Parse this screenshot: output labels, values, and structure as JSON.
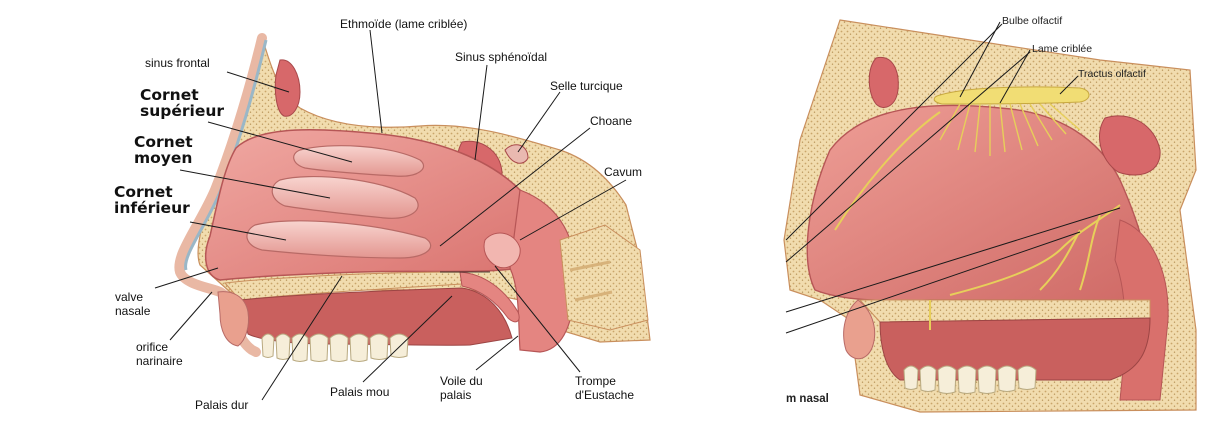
{
  "left_panel": {
    "labels": {
      "ethmoide": "Ethmoïde (lame criblée)",
      "sinus_frontal": "sinus frontal",
      "sinus_sphenoidal": "Sinus sphénoïdal",
      "selle_turcique": "Selle turcique",
      "choane": "Choane",
      "cavum": "Cavum",
      "cornet_superieur": "Cornet\nsupérieur",
      "cornet_moyen": "Cornet\nmoyen",
      "cornet_inferieur": "Cornet\ninférieur",
      "valve_nasale": "valve\nnasale",
      "orifice_narinaire": "orifice\nnarinaire",
      "palais_dur": "Palais dur",
      "palais_mou": "Palais mou",
      "voile_du_palais": "Voile du\npalais",
      "trompe_eustache": "Trompe\nd'Eustache"
    }
  },
  "right_panel": {
    "labels": {
      "bulbe_olfactif": "Bulbe olfactif",
      "lame_criblee": "Lame criblée",
      "tractus_olfactif": "Tractus olfactif",
      "caption_fragment": "m nasal"
    }
  },
  "colors": {
    "cavity_pink": "#e58a86",
    "cavity_light": "#f2b0aa",
    "turbinate": "#f3c2bd",
    "bone": "#f0d8a8",
    "bone_dot": "#c9a56a",
    "mucosa_dark": "#c9605e",
    "nerve_yellow": "#f1dd74",
    "leader": "#1a1a1a"
  }
}
